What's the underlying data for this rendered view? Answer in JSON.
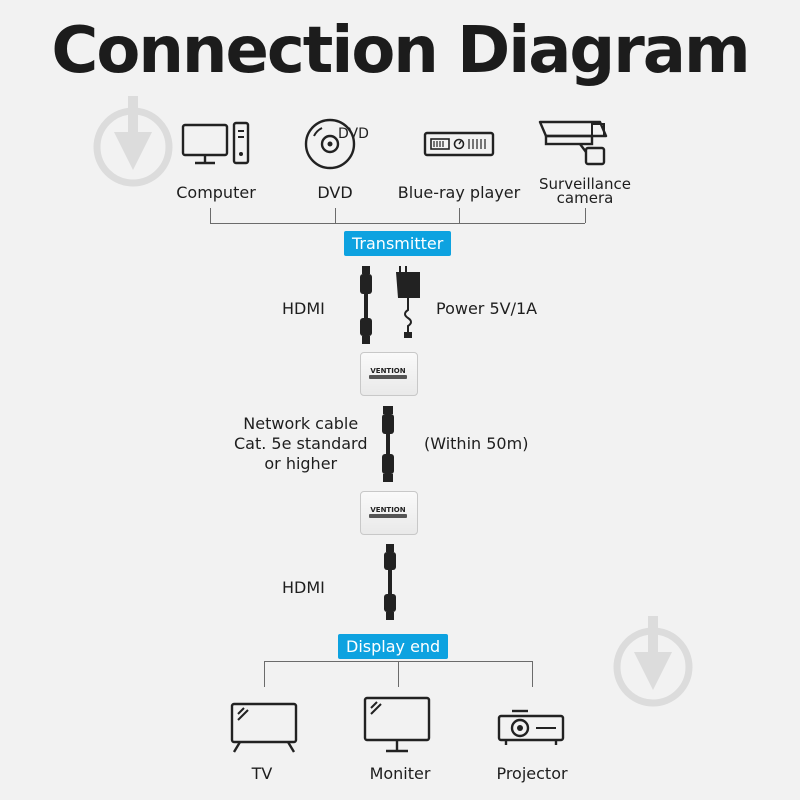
{
  "title": "Connection Diagram",
  "sources": [
    {
      "label": "Computer",
      "icon": "computer-icon"
    },
    {
      "label": "DVD",
      "icon": "dvd-disc-icon",
      "icon_text": "DVD"
    },
    {
      "label": "Blue-ray player",
      "icon": "bluray-player-icon"
    },
    {
      "label": "Surveillance\ncamera",
      "icon": "surveillance-camera-icon"
    }
  ],
  "transmitter_badge": "Transmitter",
  "hdmi_in_label": "HDMI",
  "power_label": "Power 5V/1A",
  "device_brand": "VENTION",
  "network_label": "Network cable\nCat. 5e standard\nor higher",
  "distance_label": "(Within 50m)",
  "hdmi_out_label": "HDMI",
  "display_badge": "Display end",
  "displays": [
    {
      "label": "TV",
      "icon": "tv-icon"
    },
    {
      "label": "Moniter",
      "icon": "monitor-icon"
    },
    {
      "label": "Projector",
      "icon": "projector-icon"
    }
  ],
  "colors": {
    "badge": "#0da2e0",
    "background": "#f2f2f2",
    "line": "#6b6b6b"
  }
}
